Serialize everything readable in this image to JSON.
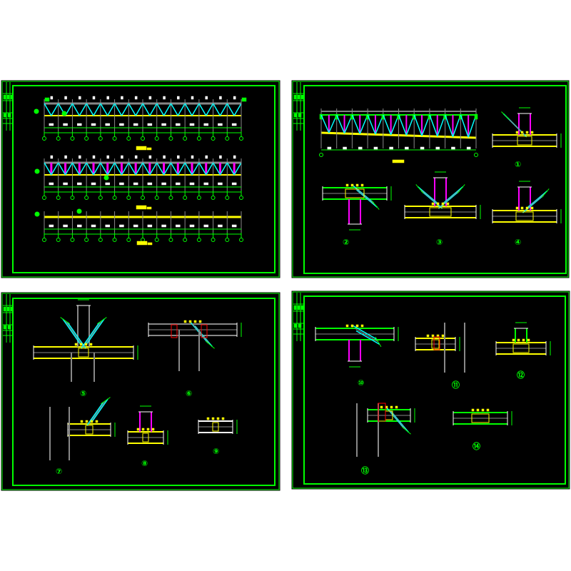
{
  "colors": {
    "background": "#000000",
    "frame": "#00ff00",
    "chord": "#ffff00",
    "diagonal": "#00ffff",
    "vertical": "#ff00ff",
    "member": "#c0c0c0",
    "highlight": "#ff0000",
    "text": "#ffffff"
  },
  "sheets": [
    {
      "id": "sheet-1",
      "details": []
    },
    {
      "id": "sheet-2",
      "details": [
        {
          "label": "①"
        },
        {
          "label": "②"
        },
        {
          "label": "③"
        },
        {
          "label": "④"
        }
      ]
    },
    {
      "id": "sheet-3",
      "details": [
        {
          "label": "⑤"
        },
        {
          "label": "⑥"
        },
        {
          "label": "⑦"
        },
        {
          "label": "⑧"
        },
        {
          "label": "⑨"
        }
      ]
    },
    {
      "id": "sheet-4",
      "details": [
        {
          "label": "⑩"
        },
        {
          "label": "⑪"
        },
        {
          "label": "⑫"
        },
        {
          "label": "⑬"
        },
        {
          "label": "⑭"
        }
      ]
    }
  ],
  "truss_panels": 14
}
